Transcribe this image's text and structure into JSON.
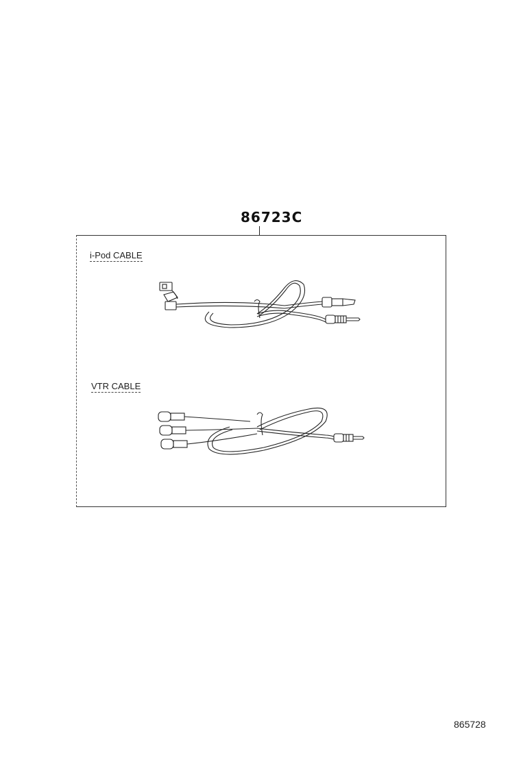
{
  "diagram": {
    "part_number": "86723C",
    "sections": [
      {
        "label": "i-Pod CABLE"
      },
      {
        "label": "VTR CABLE"
      }
    ]
  },
  "footer": {
    "drawing_id": "865728"
  }
}
